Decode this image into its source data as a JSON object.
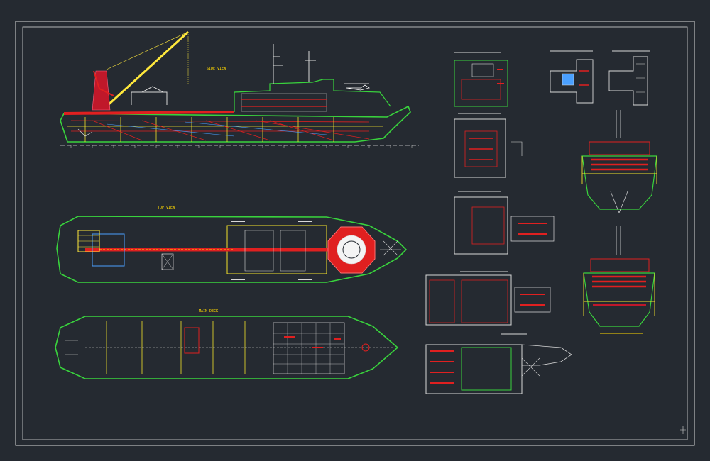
{
  "drawing": {
    "colors": {
      "background": "#252a31",
      "frame": "#d8d8d8",
      "hull": "#39d33d",
      "structure": "#e02020",
      "deck": "#f2e22a",
      "accent": "#ffffff",
      "crane": "#ffe83c",
      "water": "#4aa0ff"
    },
    "views": [
      {
        "id": "side",
        "kind": "side-elevation",
        "title": "SIDE VIEW"
      },
      {
        "id": "top",
        "kind": "plan-top",
        "title": "TOP VIEW"
      },
      {
        "id": "main",
        "kind": "plan-main-deck",
        "title": "MAIN DECK"
      },
      {
        "id": "deck1",
        "kind": "deck-plan",
        "title": ""
      },
      {
        "id": "deck2",
        "kind": "deck-plan",
        "title": ""
      },
      {
        "id": "deck3",
        "kind": "deck-plan",
        "title": ""
      },
      {
        "id": "deck4",
        "kind": "deck-plan",
        "title": ""
      },
      {
        "id": "deck5",
        "kind": "deck-plan",
        "title": ""
      },
      {
        "id": "top-a",
        "kind": "deck-plan",
        "title": ""
      },
      {
        "id": "top-b",
        "kind": "deck-plan",
        "title": ""
      },
      {
        "id": "front",
        "kind": "front-section",
        "title": ""
      },
      {
        "id": "aft",
        "kind": "aft-section",
        "title": ""
      }
    ]
  }
}
